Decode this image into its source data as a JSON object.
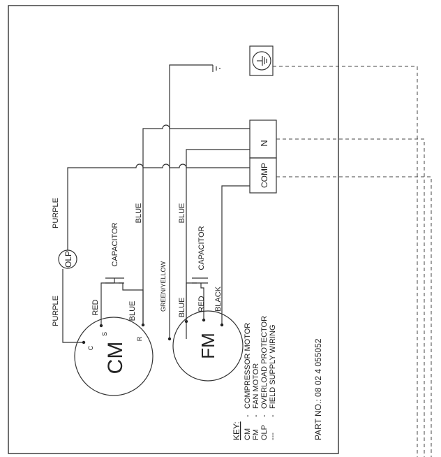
{
  "components": {
    "compressor_motor": {
      "label": "CM",
      "terminal_c": "C",
      "terminal_s": "S",
      "terminal_r": "R"
    },
    "fan_motor": {
      "label": "FM"
    },
    "overload_protector": {
      "label": "OLP"
    },
    "compressor_capacitor": {
      "label": "CAPACITOR"
    },
    "fan_capacitor": {
      "label": "CAPACITOR"
    }
  },
  "wires": {
    "purple_left": "PURPLE",
    "purple_right": "PURPLE",
    "red_cm": "RED",
    "blue_cm": "BLUE",
    "blue_cm_supply": "BLUE",
    "green_yellow": "GREEN/YELLOW",
    "blue_fm": "BLUE",
    "red_fm": "RED",
    "black_fm": "BLACK",
    "blue_fm_supply": "BLUE"
  },
  "terminal_block": {
    "n": "N",
    "comp": "COMP"
  },
  "key": {
    "title": "KEY:",
    "entries": [
      {
        "code": "CM",
        "sep": "-",
        "meaning": "COMPRESSOR MOTOR"
      },
      {
        "code": "FM",
        "sep": "-",
        "meaning": "FAN MOTOR"
      },
      {
        "code": "OLP",
        "sep": "-",
        "meaning": "OVERLOAD PROTECTOR"
      },
      {
        "code": "---",
        "sep": "-",
        "meaning": "FIELD SUPPLY WIRING"
      }
    ]
  },
  "part_number": "PART NO.: 08 02 4 055052"
}
